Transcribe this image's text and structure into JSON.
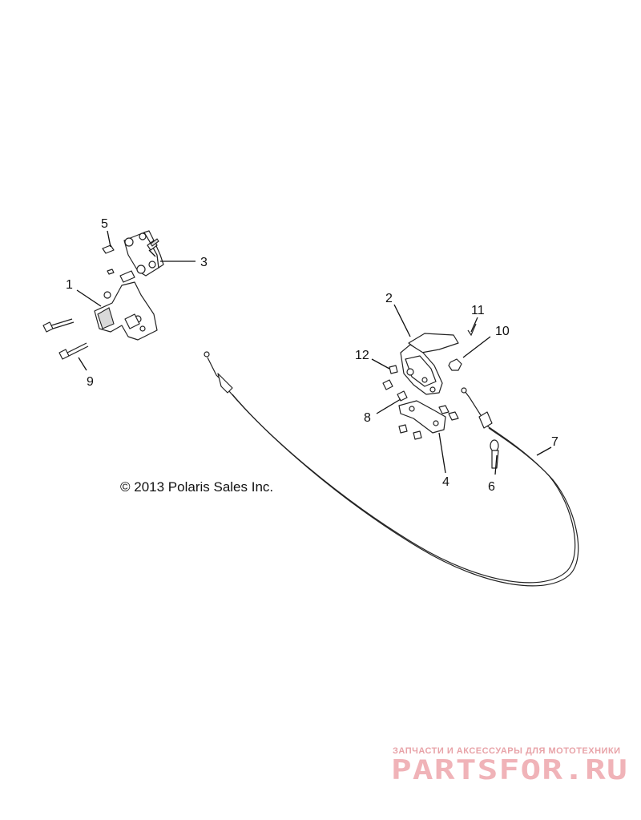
{
  "copyright": "© 2013 Polaris Sales Inc.",
  "callouts": [
    {
      "id": "1",
      "label": "1"
    },
    {
      "id": "2",
      "label": "2"
    },
    {
      "id": "3",
      "label": "3"
    },
    {
      "id": "4",
      "label": "4"
    },
    {
      "id": "5",
      "label": "5"
    },
    {
      "id": "6",
      "label": "6"
    },
    {
      "id": "7",
      "label": "7"
    },
    {
      "id": "8",
      "label": "8"
    },
    {
      "id": "9",
      "label": "9"
    },
    {
      "id": "10",
      "label": "10"
    },
    {
      "id": "11",
      "label": "11"
    },
    {
      "id": "12",
      "label": "12"
    }
  ],
  "watermark": {
    "tagline": "ЗАПЧАСТИ И АКСЕССУАРЫ ДЛЯ МОТОТЕХНИКИ",
    "logo": "PARTSFOR.RU",
    "color": "#e8a3a8"
  }
}
